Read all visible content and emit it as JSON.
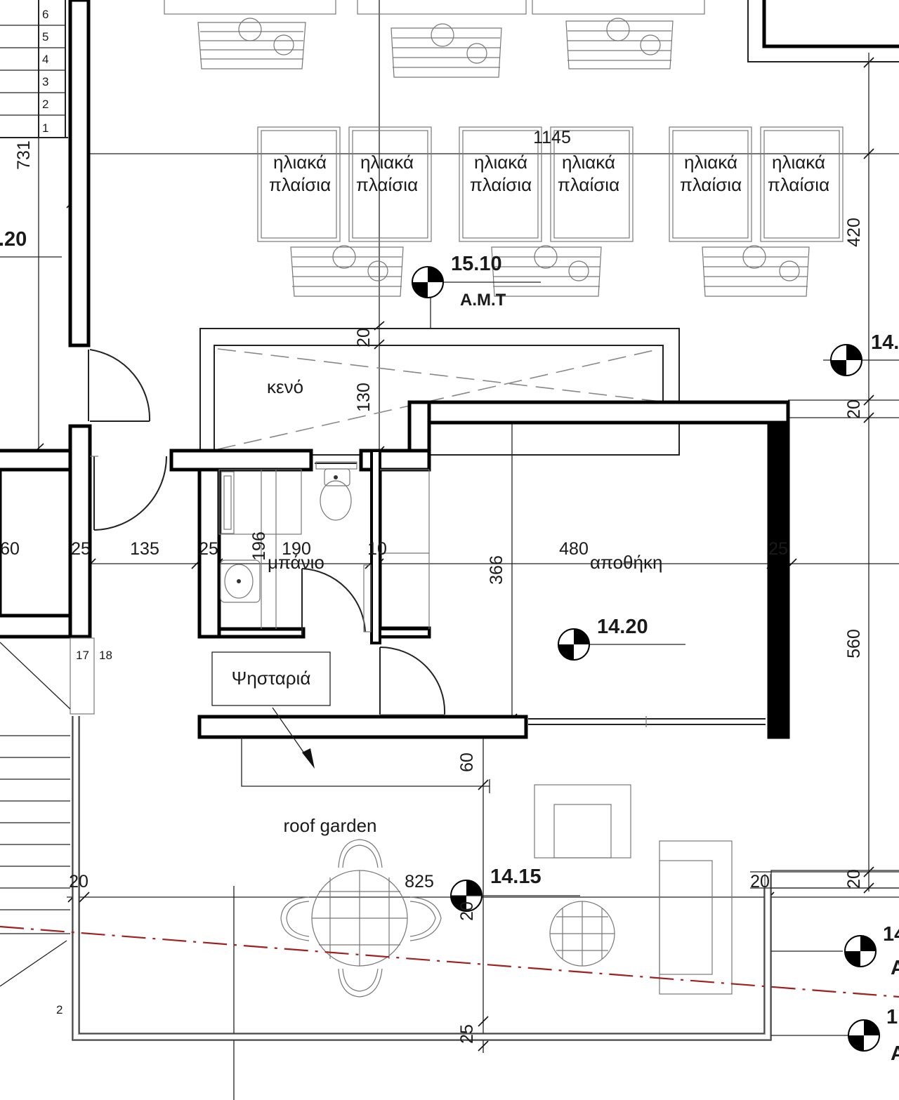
{
  "colors": {
    "walls": "#000000",
    "property_line": "#a02020",
    "background": "#ffffff"
  },
  "labels": {
    "solar_panel_line1": "ηλιακά",
    "solar_panel_line2": "πλαίσια",
    "void": "κενό",
    "bathroom": "μπάνιο",
    "storage": "αποθήκη",
    "grill": "Ψησταριά",
    "roof_garden": "roof garden",
    "amt": "Α.Μ.Τ"
  },
  "levels": {
    "panels": "15.10",
    "storage": "14.20",
    "garden": "14.15",
    "left_cut": ".20",
    "right_cut_top": "14.",
    "right_cut_mid": "14",
    "right_cut_bot": "1",
    "right_cut_a1": "A",
    "right_cut_a2": "A"
  },
  "dimensions": {
    "d1145": "1145",
    "d731": "731",
    "d420": "420",
    "d20_void": "20",
    "d130": "130",
    "d20_right": "20",
    "d60_left": "60",
    "d25_a": "25",
    "d135": "135",
    "d25_b": "25",
    "d196": "196",
    "d190": "190",
    "d10": "10",
    "d366": "366",
    "d480": "480",
    "d25_c": "25",
    "d560": "560",
    "d60_canopy": "60",
    "d20_garden_left": "20",
    "d825": "825",
    "d20_small": "20",
    "d20_garden_right": "20",
    "d20_right_low": "20",
    "d25_bottom": "25"
  },
  "stair_numbers": {
    "n6": "6",
    "n5": "5",
    "n4": "4",
    "n3": "3",
    "n2": "2",
    "n1": "1",
    "n17": "17",
    "n18": "18",
    "n2_low": "2"
  }
}
